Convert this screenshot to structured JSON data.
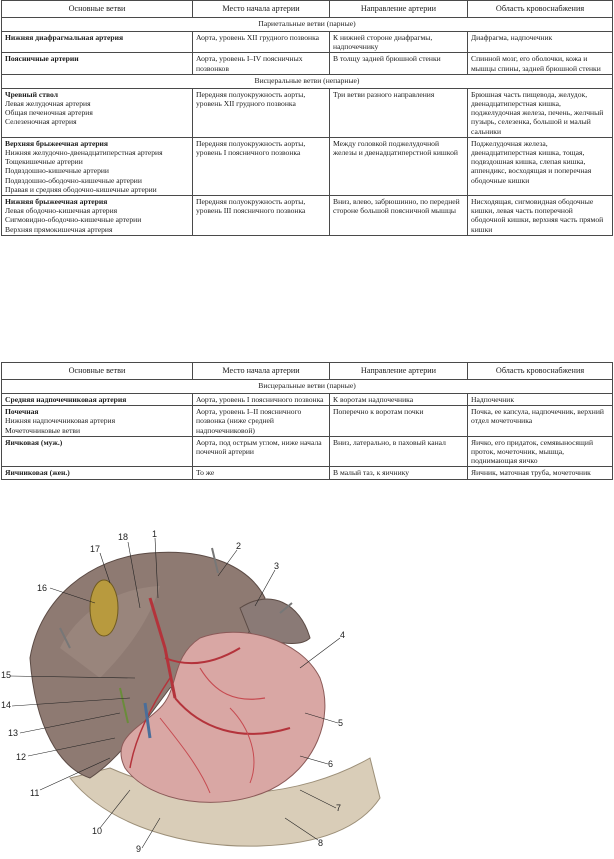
{
  "headers": [
    "Основные ветви",
    "Место начала артерии",
    "Направление артерии",
    "Область кровоснабжения"
  ],
  "table1": {
    "sections": [
      {
        "title": "Париетальные ветви (парные)",
        "rows": [
          {
            "branch": "Нижняя диафрагмальная артерия",
            "subs": [],
            "origin": "Аорта, уровень XII грудного позвонка",
            "direction": "К нижней стороне диафрагмы, надпочечнику",
            "area": "Диафрагма, надпочечник"
          },
          {
            "branch": "Поясничные артерии",
            "subs": [],
            "origin": "Аорта, уровень I–IV поясничных позвонков",
            "direction": "В толщу задней брюшной стенки",
            "area": "Спинной мозг, его оболочки, кожа и мышцы спины, задней брюшной стенки"
          }
        ]
      },
      {
        "title": "Висцеральные ветви (непарные)",
        "rows": [
          {
            "branch": "Чревный ствол",
            "subs": [
              "Левая желудочная артерия",
              "Общая печеночная артерия",
              "Селезеночная артерия"
            ],
            "origin": "Передняя полуокружность аорты, уровень XII грудного позвонка",
            "direction": "Три ветви разного направления",
            "area": "Брюшная часть пищевода, желудок, двенадцатиперстная кишка, поджелудочная железа, печень, желчный пузырь, селезенка, большой и малый сальники"
          },
          {
            "branch": "Верхняя брыжеечная артерия",
            "subs": [
              "Нижняя желудочно-двенадцатиперстная артерия",
              "Тощекишечные артерии",
              "Подвздошно-кишечные артерии",
              "Подвздошно-ободочно-кишечные артерии",
              "Правая и средняя ободочно-кишечные артерии"
            ],
            "origin": "Передняя полуокружность аорты, уровень I поясничного позвонка",
            "direction": "Между головкой поджелудочной железы и двенадцатиперстной кишкой",
            "area": "Поджелудочная железа, двенадцатиперстная кишка, тощая, подвздошная кишка, слепая кишка, аппендикс, восходящая и поперечная ободочные кишки"
          },
          {
            "branch": "Нижняя брыжеечная артерия",
            "subs": [
              "Левая ободочно-кишечная артерия",
              "Сигмовидно-ободочно-кишечные артерии",
              "Верхняя прямокишечная артерия"
            ],
            "origin": "Передняя полуокружность аорты, уровень III поясничного позвонка",
            "direction": "Вниз, влево, забрюшинно, по передней стороне большой поясничной мышцы",
            "area": "Нисходящая, сигмовидная ободочные кишки, левая часть поперечной ободочной кишки, верхняя часть прямой кишки"
          }
        ]
      }
    ]
  },
  "table2": {
    "sections": [
      {
        "title": "Висцеральные ветви (парные)",
        "rows": [
          {
            "branch": "Средняя надпочечниковая артерия",
            "subs": [],
            "origin": "Аорта, уровень I поясничного позвонка",
            "direction": "К воротам надпочечника",
            "area": "Надпочечник"
          },
          {
            "branch": "Почечная",
            "subs": [
              "Нижняя надпочечниковая артерия",
              "Мочеточниковые ветви"
            ],
            "origin": "Аорта, уровень I–II поясничного позвонка (ниже средней надпочечниковой)",
            "direction": "Поперечно к воротам почки",
            "area": "Почка, ее капсула, надпочечник, верхний отдел мочеточника"
          },
          {
            "branch": "Яичковая (муж.)",
            "subs": [],
            "origin": "Аорта, под острым углом, ниже начала почечной артерии",
            "direction": "Вниз, латерально, в паховый канал",
            "area": "Яичко, его придаток, семявыносящий проток, мочеточник, мышца, поднимающая яичко"
          },
          {
            "branch": "Яичниковая (жен.)",
            "subs": [],
            "origin": "То же",
            "direction": "В малый таз, к яичнику",
            "area": "Яичник, маточная труба, мочеточник"
          }
        ]
      }
    ]
  },
  "figure": {
    "labels": [
      "1",
      "2",
      "3",
      "4",
      "5",
      "6",
      "7",
      "8",
      "9",
      "10",
      "11",
      "12",
      "13",
      "14",
      "15",
      "16",
      "17",
      "18"
    ]
  }
}
